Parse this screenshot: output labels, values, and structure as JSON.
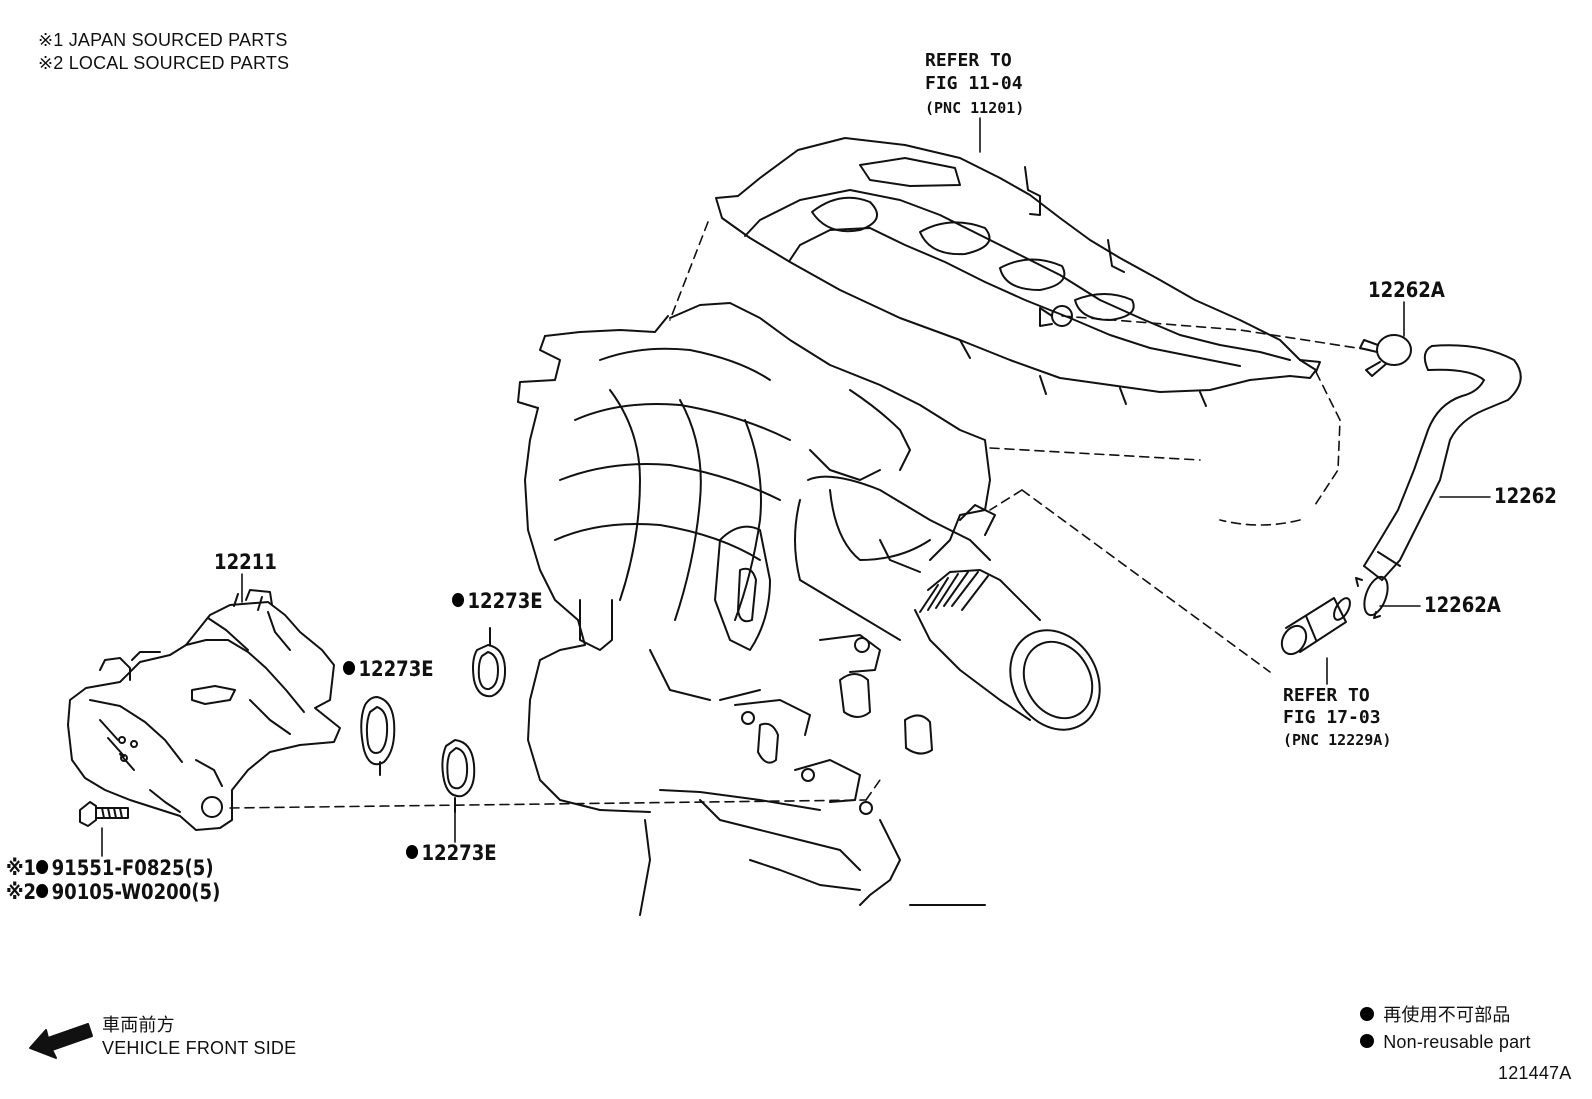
{
  "notes": {
    "note1": "※1 JAPAN SOURCED PARTS",
    "note2": "※2 LOCAL SOURCED PARTS"
  },
  "refs": {
    "top": {
      "line1": "REFER TO",
      "line2": "FIG 11-04",
      "pnc": "(PNC 11201)"
    },
    "right": {
      "line1": "REFER TO",
      "line2": "FIG 17-03",
      "pnc": "(PNC 12229A)"
    }
  },
  "parts": {
    "clamp_top": "12262A",
    "hose": "12262",
    "clamp_bottom": "12262A",
    "separator": "12211",
    "gasket_a": "12273E",
    "gasket_b": "12273E",
    "gasket_c": "12273E",
    "bolt1_mark": "※1",
    "bolt1": "91551-F0825(5)",
    "bolt2_mark": "※2",
    "bolt2": "90105-W0200(5)"
  },
  "direction": {
    "jp": "車両前方",
    "en": "VEHICLE FRONT SIDE"
  },
  "legend": {
    "jp": "再使用不可部品",
    "en": "Non-reusable part"
  },
  "diagram_id": "121447A",
  "colors": {
    "ink": "#111111",
    "background": "#ffffff"
  }
}
